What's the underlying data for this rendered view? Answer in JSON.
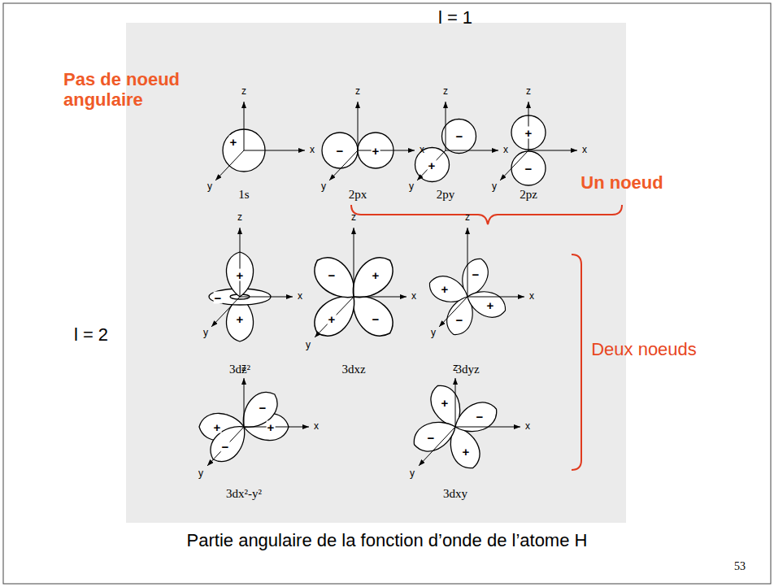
{
  "diagram": {
    "caption": "Partie angulaire de la fonction d’onde de l’atome H",
    "labels": [
      "l = 1",
      "Pas de noeud angulaire",
      "1s",
      "z",
      "x",
      "y",
      "+",
      "2px",
      "z",
      "x",
      "y",
      "−",
      "+",
      "2py",
      "z",
      "x",
      "y",
      "+",
      "−",
      "2pz",
      "z",
      "x",
      "y",
      "+",
      "−",
      "Un noeud",
      "l = 2",
      "3dz²",
      "z",
      "x",
      "y",
      "+",
      "−",
      "+",
      "3dxz",
      "z",
      "x",
      "y",
      "−",
      "+",
      "+",
      "−",
      "3dyz",
      "z",
      "x",
      "y",
      "−",
      "+",
      "−",
      "+",
      "Deux noeuds",
      "3dx²-y²",
      "z",
      "x",
      "y",
      "+",
      "+",
      "−",
      "−",
      "3dxy",
      "z",
      "x",
      "y",
      "+",
      "+",
      "−",
      "−",
      "53"
    ]
  }
}
